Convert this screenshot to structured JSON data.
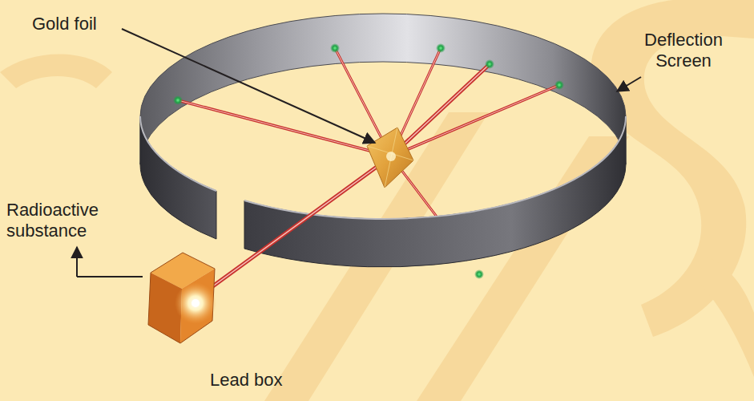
{
  "diagram": {
    "labels": [
      "Gold foil",
      "Deflection Screen",
      "Radioactive substance",
      "Lead box"
    ]
  }
}
